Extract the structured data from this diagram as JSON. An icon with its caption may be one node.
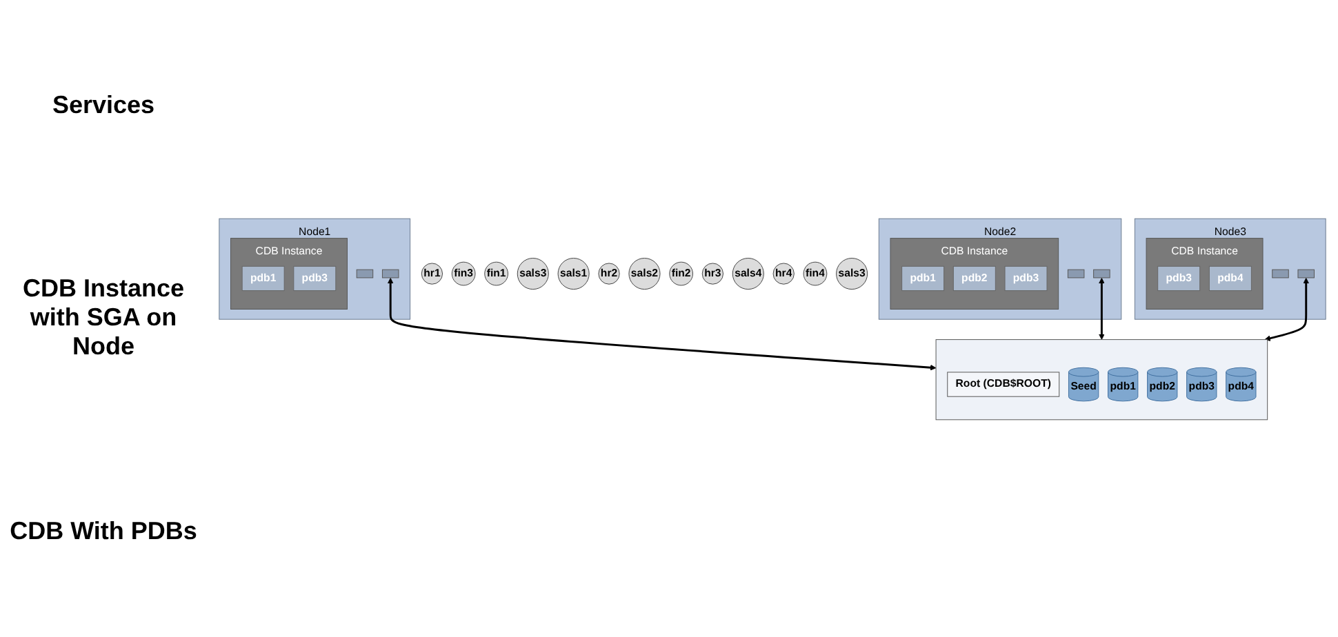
{
  "diagram": {
    "nodes": [
      {
        "text": [
          "hr1"
        ]
      },
      {
        "text": [
          "fin3"
        ]
      },
      {
        "text": [
          "fin1"
        ]
      },
      {
        "text": [
          "sals3"
        ]
      },
      {
        "text": [
          "sals1"
        ]
      },
      {
        "text": [
          "hr2"
        ]
      },
      {
        "text": [
          "sals2"
        ]
      },
      {
        "text": [
          "fin2"
        ]
      },
      {
        "text": [
          "hr3"
        ]
      },
      {
        "text": [
          "sals4"
        ]
      },
      {
        "text": [
          "hr4"
        ]
      },
      {
        "text": [
          "fin4"
        ]
      },
      {
        "text": [
          "sals3"
        ]
      },
      {
        "text": [
          "Node1"
        ]
      },
      {
        "text": [
          "CDB Instance"
        ],
        "in": 13
      },
      {
        "text": [
          "pdb1"
        ],
        "in": 14
      },
      {
        "text": [
          "pdb3"
        ],
        "in": 14
      },
      {
        "text": [],
        "shape": "box",
        "in": 13
      },
      {
        "text": [],
        "shape": "box",
        "in": 13
      },
      {
        "text": [
          "Node2"
        ]
      },
      {
        "text": [
          "CDB Instance"
        ],
        "in": 19
      },
      {
        "text": [
          "pdb1"
        ],
        "in": 20
      },
      {
        "text": [
          "pdb2"
        ],
        "in": 20
      },
      {
        "text": [
          "pdb3"
        ],
        "in": 20
      },
      {
        "text": [],
        "shape": "box",
        "in": 19
      },
      {
        "text": [],
        "shape": "box",
        "in": 19
      },
      {
        "text": [
          "Node3"
        ]
      },
      {
        "text": [
          "CDB Instance"
        ],
        "in": 26
      },
      {
        "text": [
          "pdb3"
        ],
        "in": 27
      },
      {
        "text": [
          "pdb4"
        ],
        "in": 27
      },
      {
        "text": [],
        "shape": "box",
        "in": 26
      },
      {
        "text": [],
        "shape": "box",
        "in": 26
      },
      {
        "text": [],
        "shape": "box"
      },
      {
        "text": [
          "Root (CDB$ROOT)"
        ],
        "in": 32
      },
      {
        "text": [
          "Seed"
        ],
        "in": 32
      },
      {
        "text": [
          "pdb1"
        ],
        "in": 32
      },
      {
        "text": [
          "pdb2"
        ],
        "in": 32
      },
      {
        "text": [
          "pdb3"
        ],
        "in": 32
      },
      {
        "text": [
          "pdb4"
        ],
        "in": 32
      }
    ],
    "edges": [
      {
        "from": 18,
        "to": 32,
        "arrow": "both"
      },
      {
        "from": 25,
        "to": 32,
        "arrow": "both"
      },
      {
        "from": 31,
        "to": 32,
        "arrow": "both"
      }
    ],
    "labels": [
      "Services",
      "CDB Instance with SGA on Node",
      "CDB With PDBs"
    ]
  }
}
